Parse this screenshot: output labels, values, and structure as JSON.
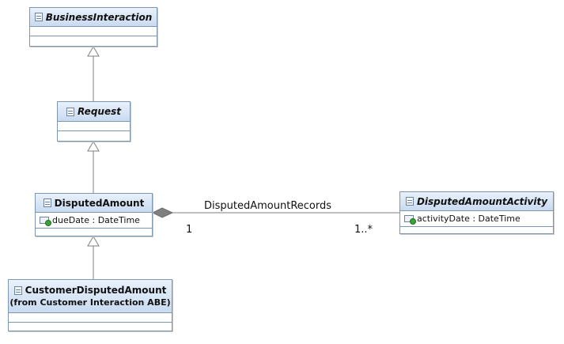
{
  "classes": {
    "business_interaction": {
      "name": "BusinessInteraction"
    },
    "request": {
      "name": "Request"
    },
    "disputed_amount": {
      "name": "DisputedAmount",
      "attributes": [
        {
          "text": "dueDate : DateTime"
        }
      ]
    },
    "customer_disputed_amount": {
      "name": "CustomerDisputedAmount",
      "subtitle": "(from Customer Interaction ABE)"
    },
    "disputed_amount_activity": {
      "name": "DisputedAmountActivity",
      "attributes": [
        {
          "text": "activityDate : DateTime"
        }
      ]
    }
  },
  "association": {
    "name": "DisputedAmountRecords",
    "source_multiplicity": "1",
    "target_multiplicity": "1..*"
  },
  "colors": {
    "box_border": "#7d97b3",
    "header_gradient_top": "#e9f1fb",
    "header_gradient_bottom": "#c9dbf0",
    "line": "#808080",
    "composition_diamond": "#808080"
  }
}
